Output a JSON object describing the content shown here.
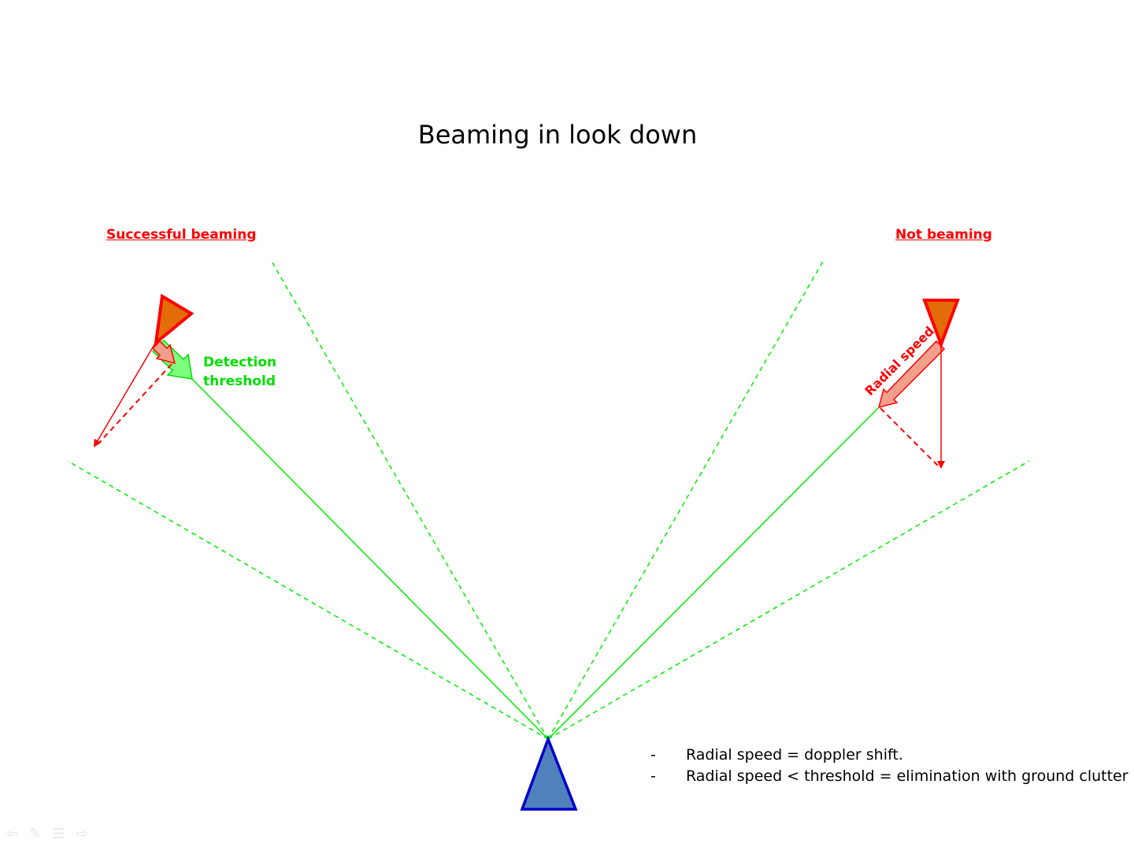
{
  "title": "Beaming in look down",
  "headings": {
    "left": "Successful beaming",
    "right": "Not beaming"
  },
  "labels": {
    "detection_line1": "Detection",
    "detection_line2": "threshold",
    "radial_speed": "Radial speed"
  },
  "notes": [
    {
      "bullet": "-",
      "text": "Radial speed = doppler shift."
    },
    {
      "bullet": "-",
      "text": "Radial speed < threshold = elimination with ground clutter"
    }
  ],
  "colors": {
    "beam": "#00ee00",
    "threat": "#ff0000",
    "aircraft_fill": "#e36c0a",
    "radar_fill": "#4f81bd",
    "radar_stroke": "#0000cc"
  },
  "icons": [
    "back-arrow-icon",
    "pen-icon",
    "menu-icon",
    "forward-arrow-icon"
  ]
}
